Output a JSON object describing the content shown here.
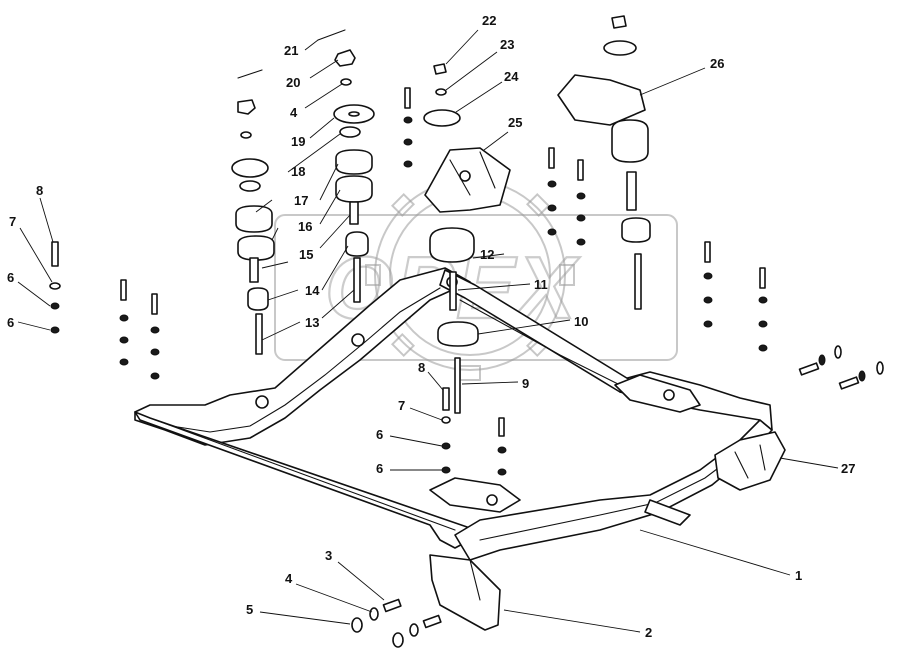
{
  "diagram": {
    "watermark_text": "OPEX",
    "callouts": [
      {
        "id": "c21",
        "text": "21"
      },
      {
        "id": "c20",
        "text": "20"
      },
      {
        "id": "c4a",
        "text": "4"
      },
      {
        "id": "c19",
        "text": "19"
      },
      {
        "id": "c18",
        "text": "18"
      },
      {
        "id": "c17",
        "text": "17"
      },
      {
        "id": "c16",
        "text": "16"
      },
      {
        "id": "c15",
        "text": "15"
      },
      {
        "id": "c14",
        "text": "14"
      },
      {
        "id": "c13",
        "text": "13"
      },
      {
        "id": "c22",
        "text": "22"
      },
      {
        "id": "c23",
        "text": "23"
      },
      {
        "id": "c24",
        "text": "24"
      },
      {
        "id": "c25",
        "text": "25"
      },
      {
        "id": "c26",
        "text": "26"
      },
      {
        "id": "c12",
        "text": "12"
      },
      {
        "id": "c11",
        "text": "11"
      },
      {
        "id": "c10",
        "text": "10"
      },
      {
        "id": "c8a",
        "text": "8"
      },
      {
        "id": "c7a",
        "text": "7"
      },
      {
        "id": "c6a",
        "text": "6"
      },
      {
        "id": "c6b",
        "text": "6"
      },
      {
        "id": "c8b",
        "text": "8"
      },
      {
        "id": "c9",
        "text": "9"
      },
      {
        "id": "c7b",
        "text": "7"
      },
      {
        "id": "c6c",
        "text": "6"
      },
      {
        "id": "c6d",
        "text": "6"
      },
      {
        "id": "c27",
        "text": "27"
      },
      {
        "id": "c1",
        "text": "1"
      },
      {
        "id": "c3",
        "text": "3"
      },
      {
        "id": "c4b",
        "text": "4"
      },
      {
        "id": "c5",
        "text": "5"
      },
      {
        "id": "c2",
        "text": "2"
      }
    ]
  }
}
